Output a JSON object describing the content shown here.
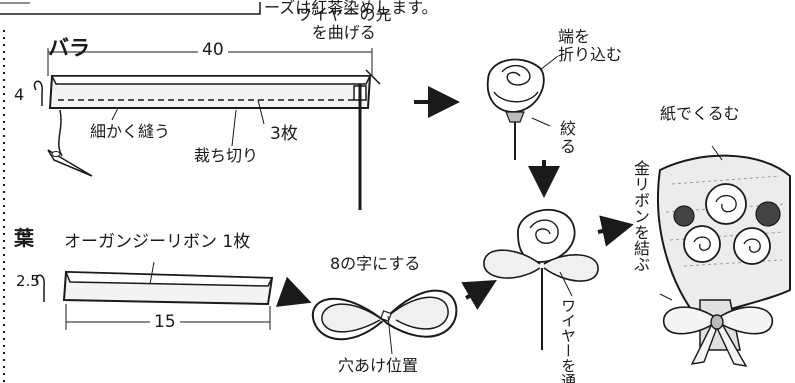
{
  "header": {
    "note": "ーズは紅茶染めします。"
  },
  "rose": {
    "title": "バラ",
    "length": "40",
    "height": "4",
    "sew_note": "細かく縫う",
    "cut_note": "裁ち切り",
    "count": "3枚",
    "wire_note": "ワイヤーの先\nを曲げる",
    "fold_note": "端を\n折り込む",
    "tighten_note": "絞\nる"
  },
  "leaf": {
    "title": "葉",
    "ribbon_label": "オーガンジーリボン 1枚",
    "height": "2.5",
    "length": "15",
    "figure8_note": "8の字にする",
    "hole_note": "穴あけ位置",
    "wire_pass_note": "ワイヤーを通す"
  },
  "bouquet": {
    "wrap_note": "紙でくるむ",
    "ribbon_note": "金リボンを結ぶ"
  },
  "colors": {
    "ink": "#1a1a1a",
    "fabric": "#f2f2f2",
    "shade": "#9a9a9a",
    "paper": "#e8e8e8"
  }
}
